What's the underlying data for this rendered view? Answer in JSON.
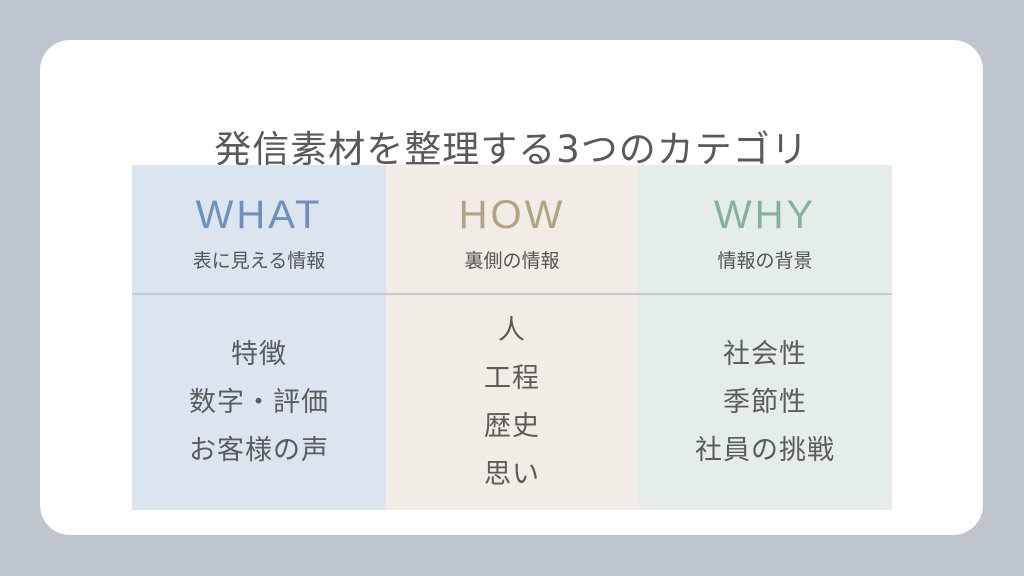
{
  "title": "発信素材を整理する3つのカテゴリ",
  "colors": {
    "page_bg": "#bfc5cc",
    "card_bg": "#ffffff",
    "title_text": "#5a5a5a",
    "body_text": "#5c5c5c",
    "divider": "#c5cad1"
  },
  "columns": [
    {
      "label": "WHAT",
      "subtitle": "表に見える情報",
      "accent": "#6f90b8",
      "bg": "#dbe4ef",
      "items": [
        "特徴",
        "数字・評価",
        "お客様の声"
      ]
    },
    {
      "label": "HOW",
      "subtitle": "裏側の情報",
      "accent": "#b3a385",
      "bg": "#f1ece5",
      "items": [
        "人",
        "工程",
        "歴史",
        "思い"
      ]
    },
    {
      "label": "WHY",
      "subtitle": "情報の背景",
      "accent": "#86b19b",
      "bg": "#e4ede8",
      "items": [
        "社会性",
        "季節性",
        "社員の挑戦"
      ]
    }
  ]
}
